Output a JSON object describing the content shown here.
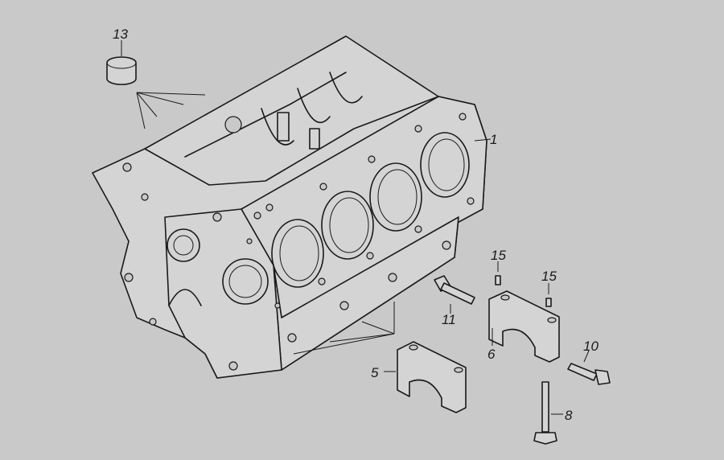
{
  "diagram": {
    "callouts": {
      "cylinder_block": "1",
      "main_bearing_cap_front": "5",
      "main_bearing_cap": "6",
      "bolt_long": "8",
      "bolt_side": "10",
      "bolt_flange": "11",
      "bushing": "13",
      "dowel_pin_a": "15",
      "dowel_pin_b": "15"
    }
  }
}
